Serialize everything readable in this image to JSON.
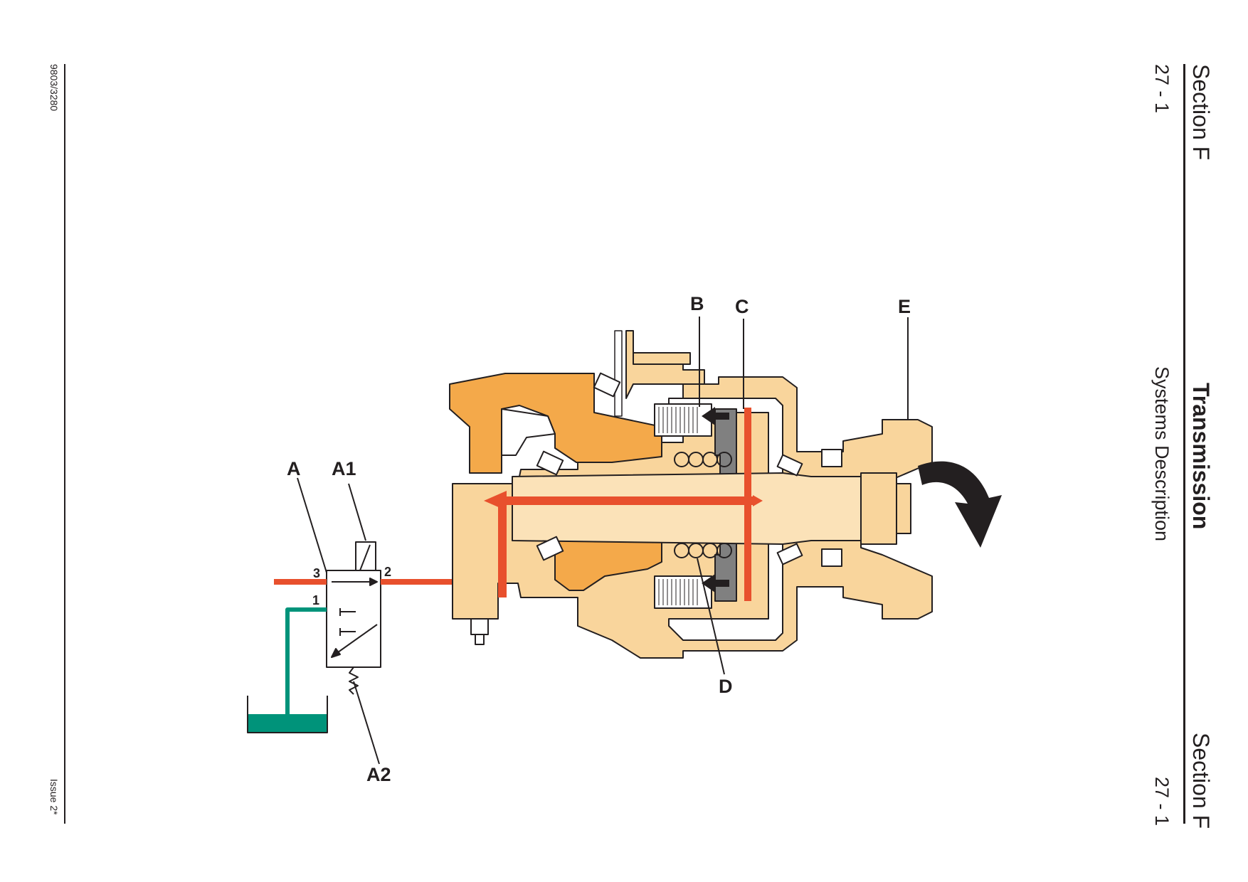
{
  "header": {
    "section_top": "Section F",
    "section_bottom": "Section F",
    "page_top": "27 - 1",
    "page_bottom": "27 - 1",
    "title": "Transmission",
    "subtitle": "Systems Description"
  },
  "footer": {
    "doc_number": "9803/3280",
    "issue": "Issue 2*"
  },
  "diagram": {
    "callouts": {
      "a": "A",
      "a1": "A1",
      "a2": "A2",
      "b": "B",
      "c": "C",
      "d": "D",
      "e": "E"
    },
    "ports": {
      "p1": "1",
      "p2": "2",
      "p3": "3"
    },
    "colors": {
      "housing": "#f9d59c",
      "housing_dark": "#f4a94a",
      "pressure": "#e8502d",
      "tank": "#00937a",
      "outline": "#231f20",
      "piston": "#808080"
    }
  }
}
